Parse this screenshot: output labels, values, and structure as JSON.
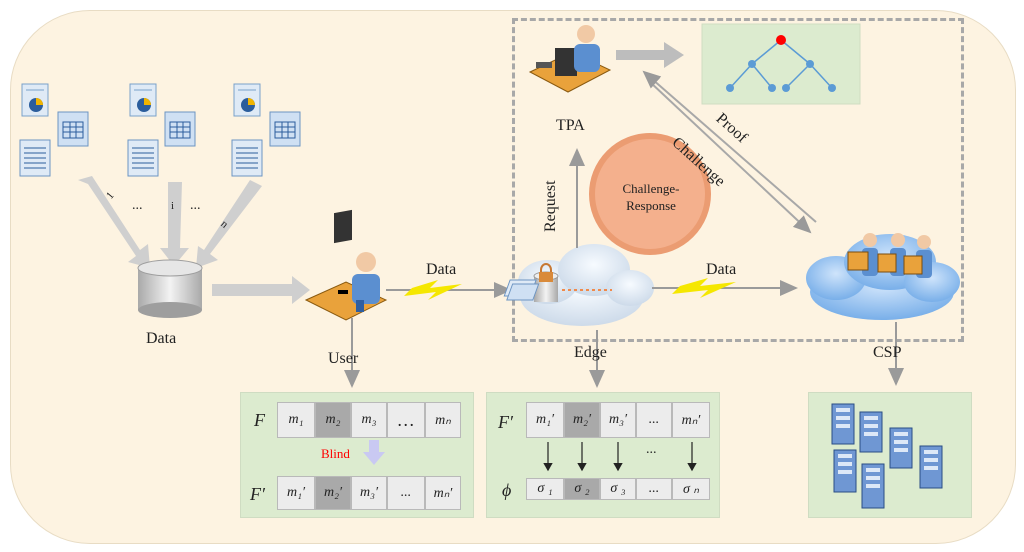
{
  "labels": {
    "data_store": "Data",
    "user": "User",
    "edge": "Edge",
    "csp": "CSP",
    "tpa": "TPA",
    "data_arrow_1": "Data",
    "data_arrow_2": "Data",
    "request": "Request",
    "challenge_response": "Challenge-Response",
    "challenge": "Challenge",
    "proof": "Proof",
    "blind": "Blind",
    "doc_group_1": "1",
    "doc_group_i": "i",
    "doc_group_n": "n",
    "ellipsis_a": "...",
    "ellipsis_b": "..."
  },
  "user_table": {
    "row1_label": "F",
    "row1": [
      "m₁",
      "m₂",
      "m₃",
      "…",
      "mₙ"
    ],
    "row2_label": "F′",
    "row2": [
      "m₁′",
      "m₂′",
      "m₃′",
      "...",
      "mₙ′"
    ]
  },
  "edge_table": {
    "row1_label": "F′",
    "row1": [
      "m₁′",
      "m₂′",
      "m₃′",
      "...",
      "mₙ′"
    ],
    "mid_ellipsis": "...",
    "row2_label": "ϕ",
    "row2": [
      "σ ₁",
      "σ ₂",
      "σ ₃",
      "...",
      "σ ₙ"
    ]
  },
  "colors": {
    "panel_bg": "#fdf3e1",
    "arrow_gray": "#c8c8c8",
    "box_green": "#dcebcf",
    "tree_node": "#5b9bd5",
    "tree_root": "#ff0000",
    "blind_text": "#ff0000",
    "circle_fill": "#f3b392"
  },
  "icons": [
    "document-icon",
    "spreadsheet-icon",
    "pie-chart-icon",
    "database-icon",
    "user-workstation-icon",
    "cloud-icon",
    "lock-icon",
    "server-icon",
    "tree-icon",
    "lightning-icon"
  ]
}
